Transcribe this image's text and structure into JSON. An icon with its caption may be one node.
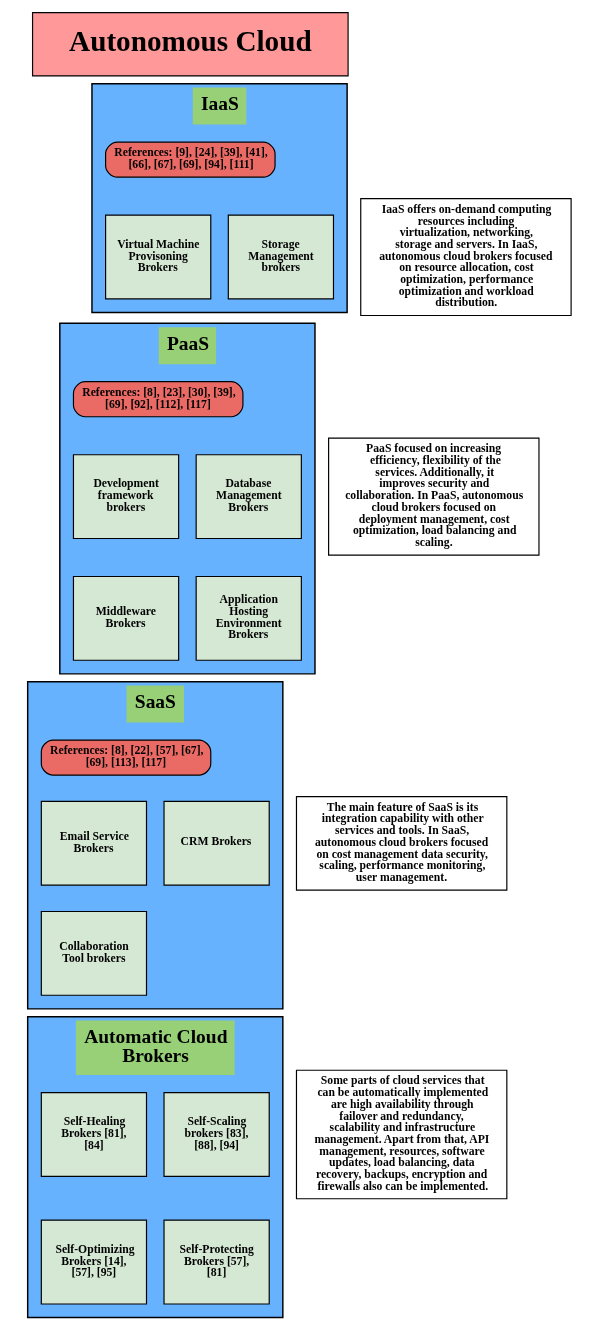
{
  "diagram": {
    "nodes": [
      {
        "text": [
          "Autonomous Cloud"
        ]
      },
      {
        "text": [
          "IaaS"
        ]
      },
      {
        "text": [
          "References: [9], [24], [39], [41], [66], [67], [69], [94], [111]"
        ],
        "in": 1
      },
      {
        "text": [
          "Virtual Machine Provisoning Brokers"
        ],
        "in": 1
      },
      {
        "text": [
          "Storage Management brokers"
        ],
        "in": 1
      },
      {
        "text": [
          "IaaS offers on-demand computing resources including virtualization, networking, storage and servers. In IaaS, autonomous cloud brokers focused on resource allocation, cost optimization, performance optimization and workload distribution."
        ]
      },
      {
        "text": [
          "PaaS"
        ]
      },
      {
        "text": [
          "References: [8], [23], [30], [39], [69], [92], [112], [117]"
        ],
        "in": 6
      },
      {
        "text": [
          "Development framework brokers"
        ],
        "in": 6
      },
      {
        "text": [
          "Database Management Brokers"
        ],
        "in": 6
      },
      {
        "text": [
          "Middleware Brokers"
        ],
        "in": 6
      },
      {
        "text": [
          "Application Hosting Environment Brokers"
        ],
        "in": 6
      },
      {
        "text": [
          "PaaS focused on increasing efficiency, flexibility of the services. Additionally, it improves security and collaboration. In PaaS, autonomous cloud brokers focused on deployment management, cost optimization, load balancing and scaling."
        ]
      },
      {
        "text": [
          "SaaS"
        ]
      },
      {
        "text": [
          "References: [8], [22], [57], [67], [69], [113], [117]"
        ],
        "in": 13
      },
      {
        "text": [
          "Email Service Brokers"
        ],
        "in": 13
      },
      {
        "text": [
          "CRM Brokers"
        ],
        "in": 13
      },
      {
        "text": [
          "Collaboration Tool brokers"
        ],
        "in": 13
      },
      {
        "text": [
          "The main feature of SaaS is its integration capability with other services and tools. In SaaS, autonomous cloud brokers focused on cost management data security, scaling, performance monitoring, user management."
        ]
      },
      {
        "text": [
          "Automatic Cloud Brokers"
        ]
      },
      {
        "text": [
          "Self-Healing Brokers [81], [84]"
        ],
        "in": 19
      },
      {
        "text": [
          "Self-Scaling brokers [83], [88], [94]"
        ],
        "in": 19
      },
      {
        "text": [
          "Self-Optimizing Brokers [14], [57], [95]"
        ],
        "in": 19
      },
      {
        "text": [
          "Self-Protecting Brokers [57], [81]"
        ],
        "in": 19
      },
      {
        "text": [
          "Some parts of cloud services that can be automatically implemented are high availability through failover and redundancy, scalability and infrastructure management. Apart from that, API management, resources, software updates, load balancing, data recovery, backups, encryption and firewalls also can be implemented."
        ]
      }
    ]
  }
}
